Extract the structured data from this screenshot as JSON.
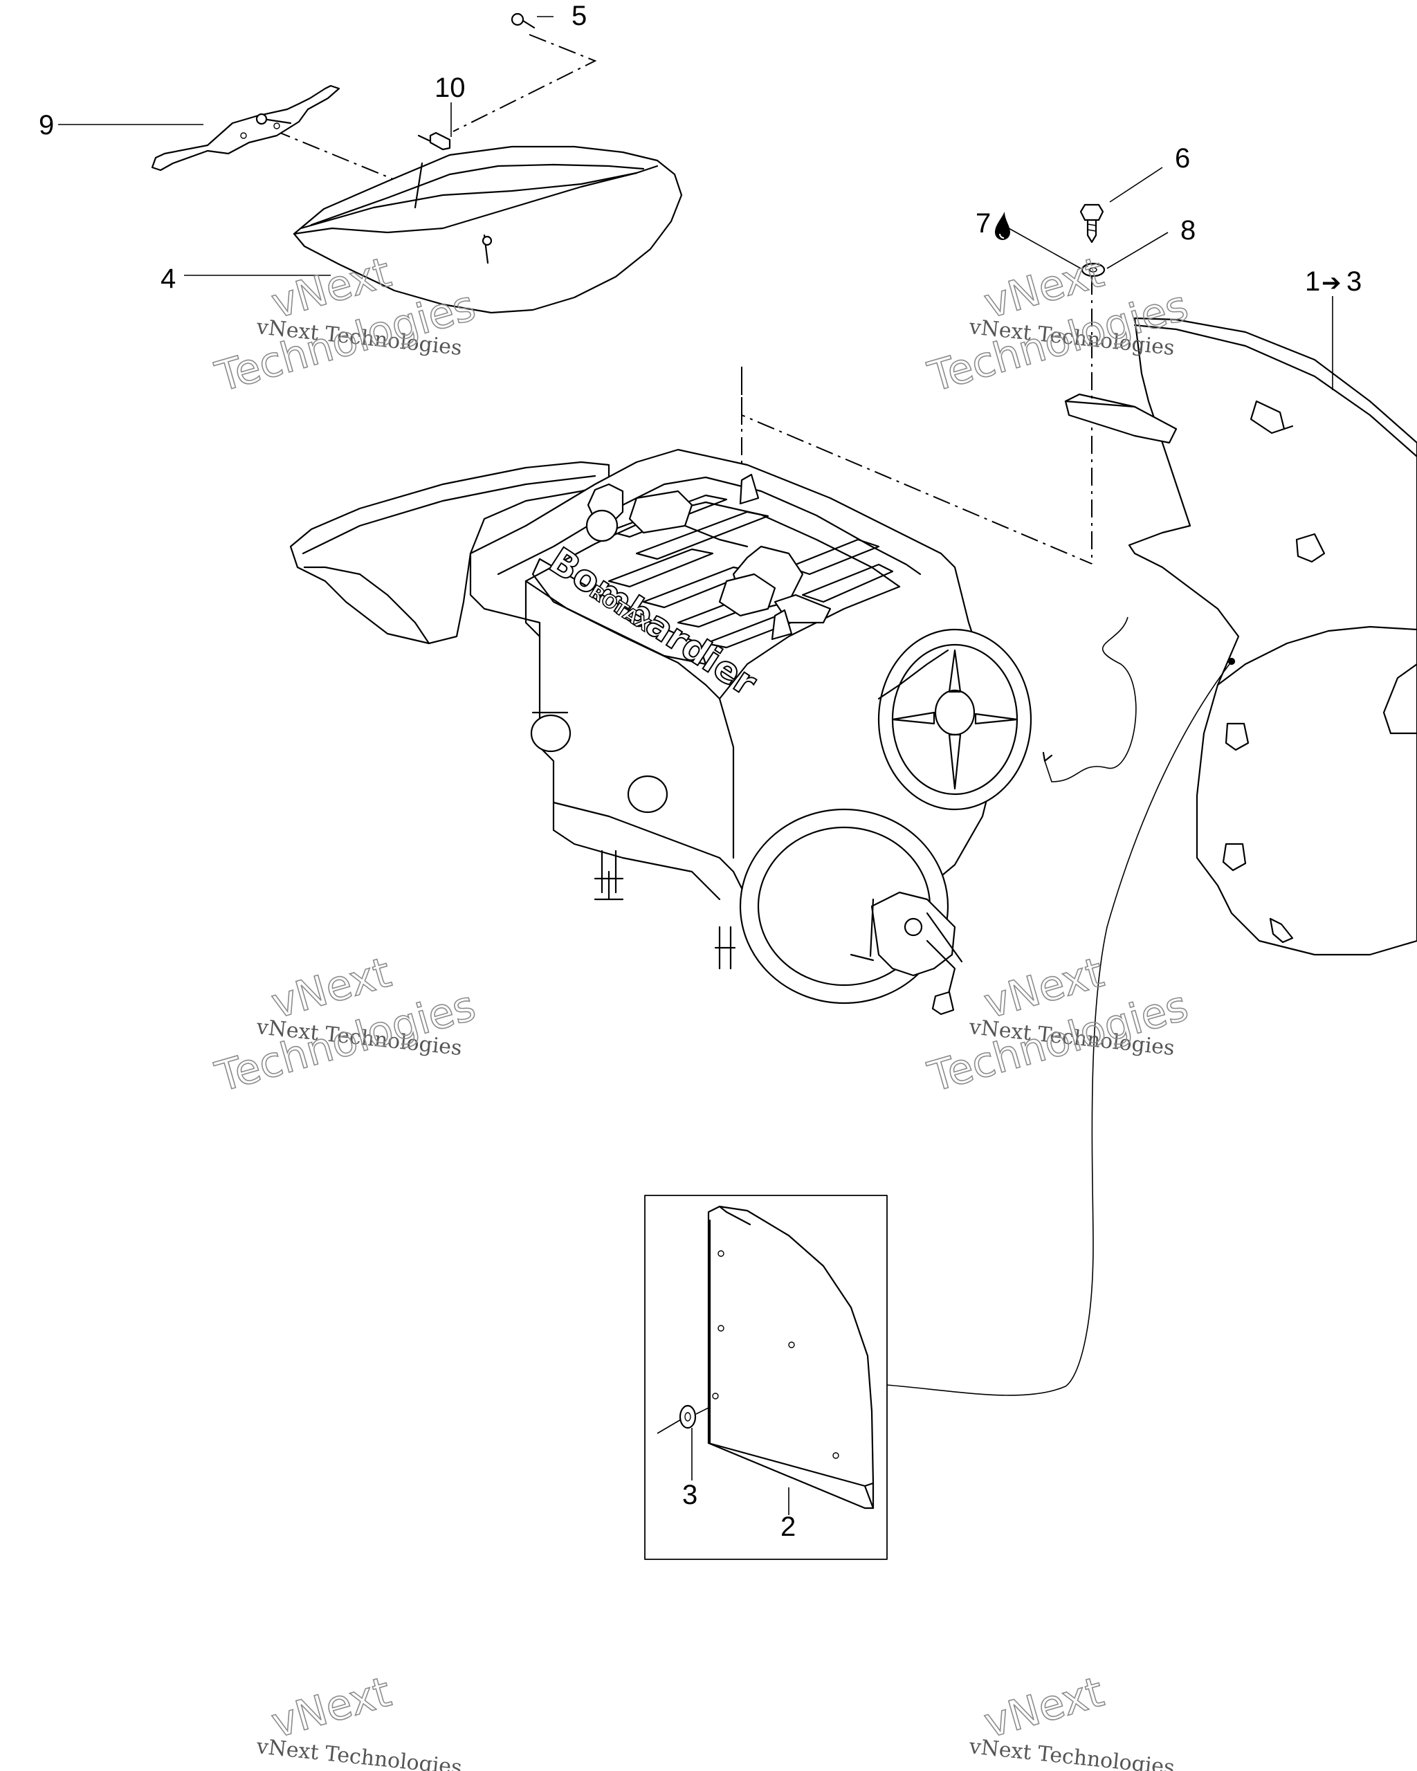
{
  "callouts": {
    "c1": "1",
    "c1_arrow": "➔",
    "c1_to": "3",
    "c2": "2",
    "c3": "3",
    "c4": "4",
    "c5": "5",
    "c6": "6",
    "c7": "7",
    "c8": "8",
    "c9": "9",
    "c10": "10"
  },
  "engine_brand": {
    "name": "Bombardier",
    "sub": "ROTAX"
  },
  "watermark": {
    "small": "vNext Technologies",
    "big_line1": "vNext",
    "big_line2": "Technologies"
  },
  "icons": {
    "c7_symbol": "oil-drop-icon",
    "c1_symbol": "right-arrow-icon"
  }
}
